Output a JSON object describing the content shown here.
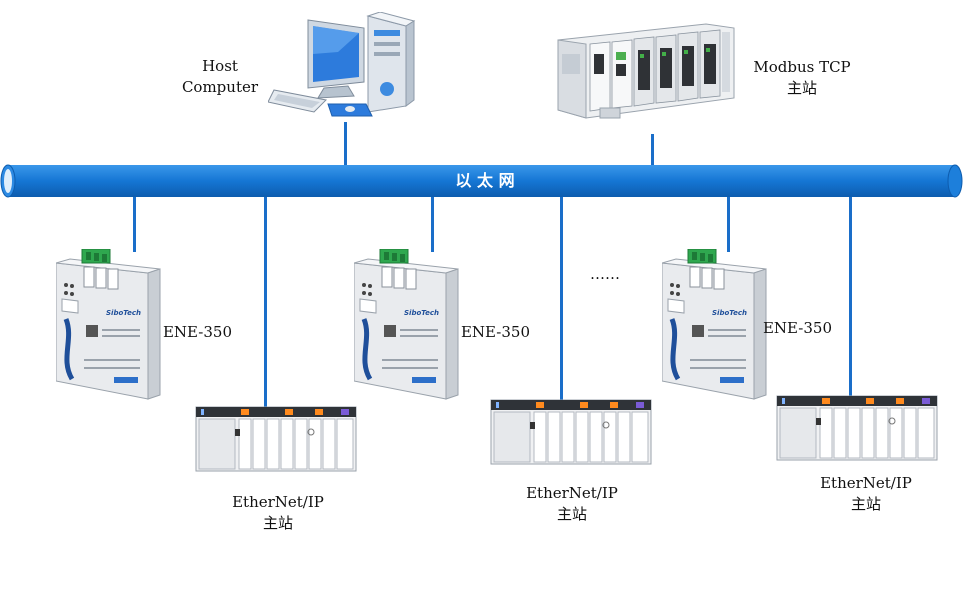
{
  "colors": {
    "bus": "#1576d4",
    "link": "#1a6ec9",
    "module": "#e9ebee",
    "terminal": "#2fa84f"
  },
  "bus": {
    "label": "以 太 网"
  },
  "host": {
    "line1": "Host",
    "line2": "Computer",
    "icon": "desktop-computer-icon"
  },
  "modbus": {
    "line1": "Modbus TCP",
    "line2": "主站",
    "icon": "plc-rack-icon"
  },
  "gateways": [
    {
      "label": "ENE-350",
      "brand": "SiboTech"
    },
    {
      "label": "ENE-350",
      "brand": "SiboTech"
    },
    {
      "label": "ENE-350",
      "brand": "SiboTech"
    }
  ],
  "ellipsis": "……",
  "masters": [
    {
      "line1": "EtherNet/IP",
      "line2": "主站"
    },
    {
      "line1": "EtherNet/IP",
      "line2": "主站"
    },
    {
      "line1": "EtherNet/IP",
      "line2": "主站"
    }
  ]
}
